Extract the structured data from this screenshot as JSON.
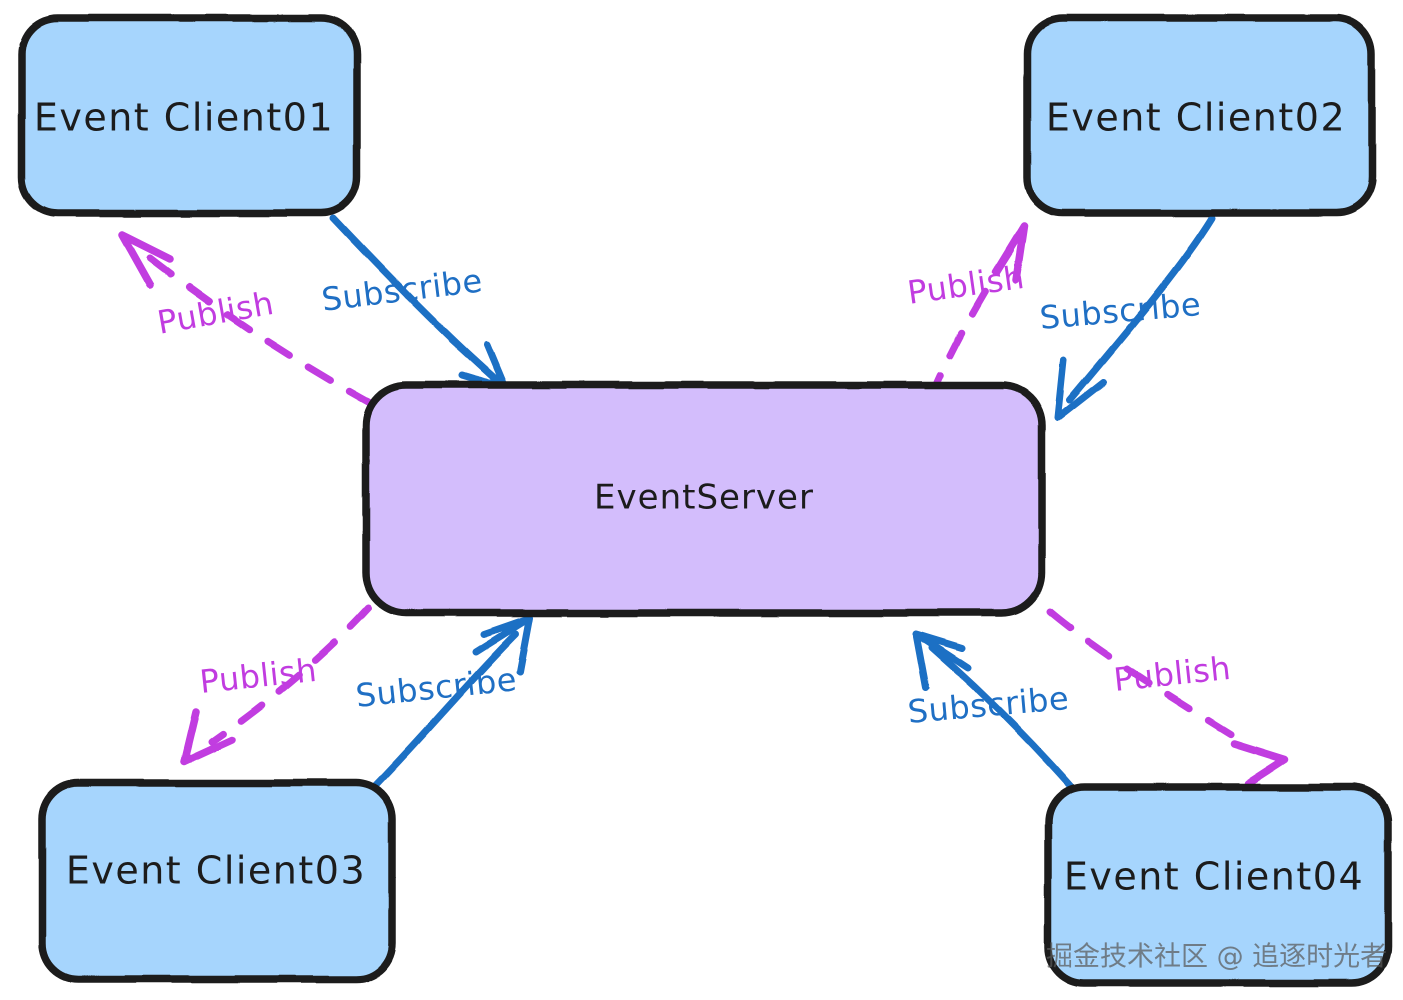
{
  "diagram": {
    "type": "pub-sub-architecture",
    "background_color": "#ffffff",
    "nodes": [
      {
        "id": "client01",
        "label": "Event Client01",
        "fill": "#a6d5fd",
        "stroke": "#1a1a1a",
        "shape": "rounded-rect"
      },
      {
        "id": "client02",
        "label": "Event Client02",
        "fill": "#a6d5fd",
        "stroke": "#1a1a1a",
        "shape": "rounded-rect"
      },
      {
        "id": "server",
        "label": "EventServer",
        "fill": "#d3bdfc",
        "stroke": "#1a1a1a",
        "shape": "rounded-rect"
      },
      {
        "id": "client03",
        "label": "Event Client03",
        "fill": "#a6d5fd",
        "stroke": "#1a1a1a",
        "shape": "rounded-rect"
      },
      {
        "id": "client04",
        "label": "Event Client04",
        "fill": "#a6d5fd",
        "stroke": "#1a1a1a",
        "shape": "rounded-rect"
      }
    ],
    "edges": [
      {
        "id": "e1",
        "label": "Publish",
        "from": "server",
        "to": "client01",
        "style": "dashed",
        "color": "#c13ce0"
      },
      {
        "id": "e2",
        "label": "Subscribe",
        "from": "client01",
        "to": "server",
        "style": "solid",
        "color": "#1f6fc4"
      },
      {
        "id": "e3",
        "label": "Publish",
        "from": "server",
        "to": "client02",
        "style": "dashed",
        "color": "#c13ce0"
      },
      {
        "id": "e4",
        "label": "Subscribe",
        "from": "client02",
        "to": "server",
        "style": "solid",
        "color": "#1f6fc4"
      },
      {
        "id": "e5",
        "label": "Publish",
        "from": "server",
        "to": "client03",
        "style": "dashed",
        "color": "#c13ce0"
      },
      {
        "id": "e6",
        "label": "Subscribe",
        "from": "client03",
        "to": "server",
        "style": "solid",
        "color": "#1f6fc4"
      },
      {
        "id": "e7",
        "label": "Subscribe",
        "from": "client04",
        "to": "server",
        "style": "solid",
        "color": "#1f6fc4"
      },
      {
        "id": "e8",
        "label": "Publish",
        "from": "server",
        "to": "client04",
        "style": "dashed",
        "color": "#c13ce0"
      }
    ],
    "watermark": "掘金技术社区 @ 追逐时光者"
  }
}
